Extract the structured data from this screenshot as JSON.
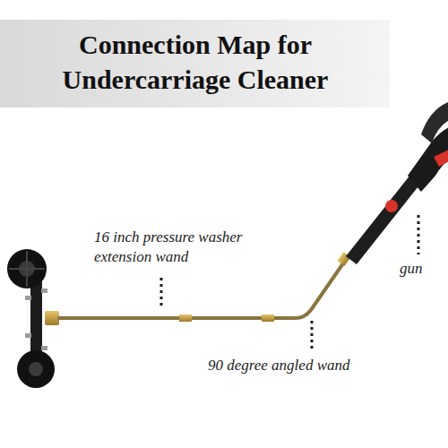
{
  "diagram": {
    "title": "Connection Map for Undercarriage Cleaner",
    "labels": [
      "16 inch pressure washer extension wand",
      "gun",
      "90 degree angled wand"
    ]
  }
}
